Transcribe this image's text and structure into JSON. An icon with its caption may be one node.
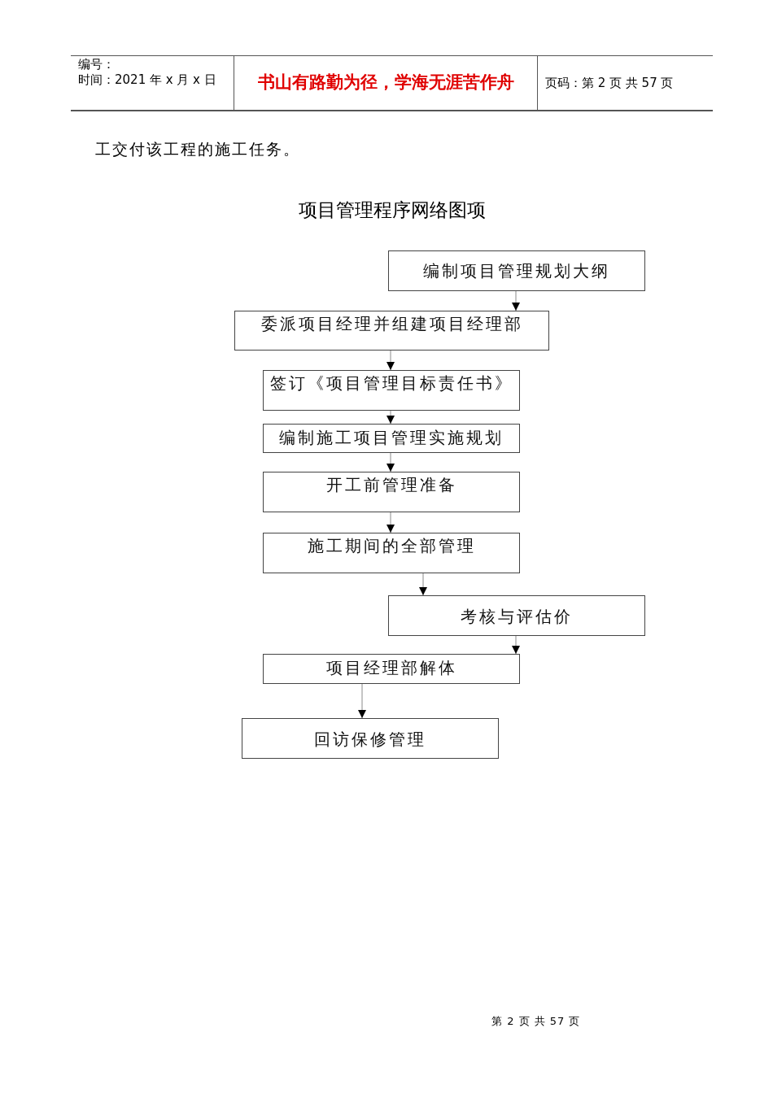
{
  "diagram": {
    "title": "项目管理程序网络图项",
    "nodes": [
      {
        "text": [
          "编制项目管理规划大纲"
        ]
      },
      {
        "text": [
          "委派项目经理并组建项目经理部"
        ]
      },
      {
        "text": [
          "签订《项目管理目标责任书》"
        ]
      },
      {
        "text": [
          "编制施工项目管理实施规划"
        ]
      },
      {
        "text": [
          "开工前管理准备"
        ]
      },
      {
        "text": [
          "施工期间的全部管理"
        ]
      },
      {
        "text": [
          "考核与评估价"
        ]
      },
      {
        "text": [
          "项目经理部解体"
        ]
      },
      {
        "text": [
          "回访保修管理"
        ]
      }
    ],
    "edges": [
      {
        "from": 0,
        "to": 1,
        "arrow": "to"
      },
      {
        "from": 1,
        "to": 2,
        "arrow": "to"
      },
      {
        "from": 2,
        "to": 3,
        "arrow": "to"
      },
      {
        "from": 3,
        "to": 4,
        "arrow": "to"
      },
      {
        "from": 4,
        "to": 5,
        "arrow": "to"
      },
      {
        "from": 5,
        "to": 6,
        "arrow": "to"
      },
      {
        "from": 6,
        "to": 7,
        "arrow": "to"
      },
      {
        "from": 7,
        "to": 8,
        "arrow": "to"
      }
    ],
    "labels": [
      "编号：",
      "时间：2021 年 x 月 x 日",
      "书山有路勤为径，学海无涯苦作舟",
      "页码：第 2 页 共 57 页",
      "工交付该工程的施工任务。",
      "第 2 页 共 57 页"
    ]
  }
}
